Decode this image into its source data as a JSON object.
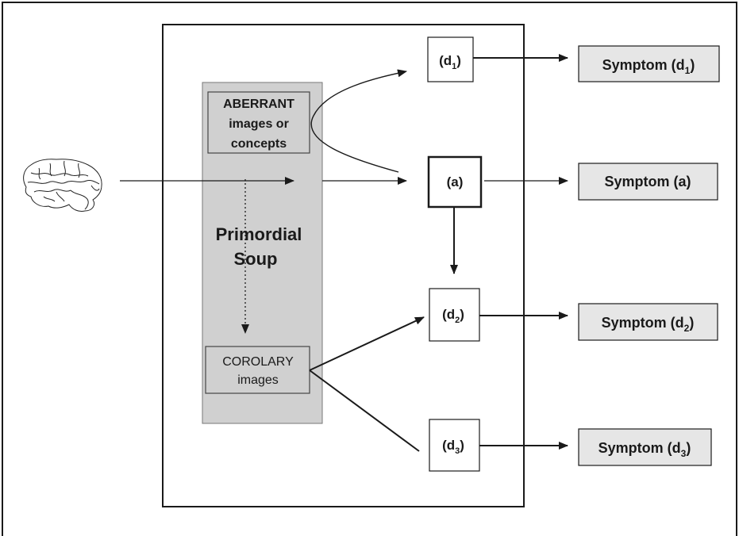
{
  "soup": {
    "line1": "Primordial",
    "line2": "Soup"
  },
  "aberrant": {
    "line1": "ABERRANT",
    "line2": "images or",
    "line3": "concepts"
  },
  "corolary": {
    "line1": "COROLARY",
    "line2": "images"
  },
  "nodes": {
    "d1": {
      "main": "(d",
      "sub": "1",
      "close": ")"
    },
    "a": {
      "main": "(a)"
    },
    "d2": {
      "main": "(d",
      "sub": "2",
      "close": ")"
    },
    "d3": {
      "main": "(d",
      "sub": "3",
      "close": ")"
    }
  },
  "symptoms": {
    "d1": {
      "main": "Symptom (d",
      "sub": "1",
      "close": ")"
    },
    "a": {
      "main": "Symptom (a)"
    },
    "d2": {
      "main": "Symptom (d",
      "sub": "2",
      "close": ")"
    },
    "d3": {
      "main": "Symptom (d",
      "sub": "3",
      "close": ")"
    }
  },
  "colors": {
    "soup_fill": "#d0d0d0",
    "symptom_fill": "#e6e6e6",
    "line": "#1a1a1a"
  },
  "icons": {
    "brain": "brain-icon"
  }
}
